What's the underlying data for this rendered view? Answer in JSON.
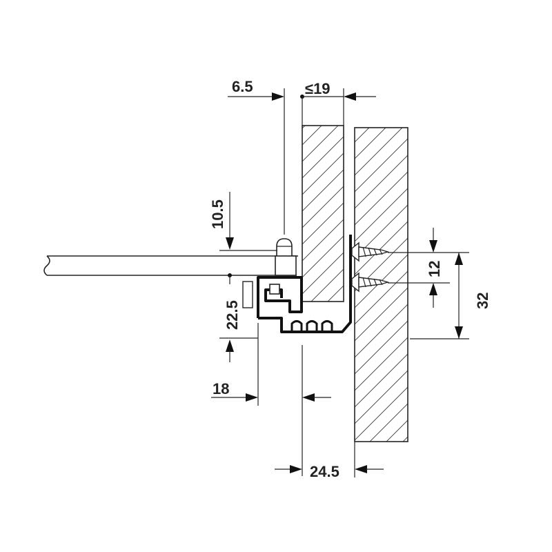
{
  "dimensions": {
    "d_6_5": "6.5",
    "d_le_19": "≤19",
    "d_10_5": "10.5",
    "d_22_5": "22.5",
    "d_18": "18",
    "d_12": "12",
    "d_32": "32",
    "d_24_5": "24.5"
  },
  "colors": {
    "line": "#222222",
    "background": "#ffffff"
  }
}
